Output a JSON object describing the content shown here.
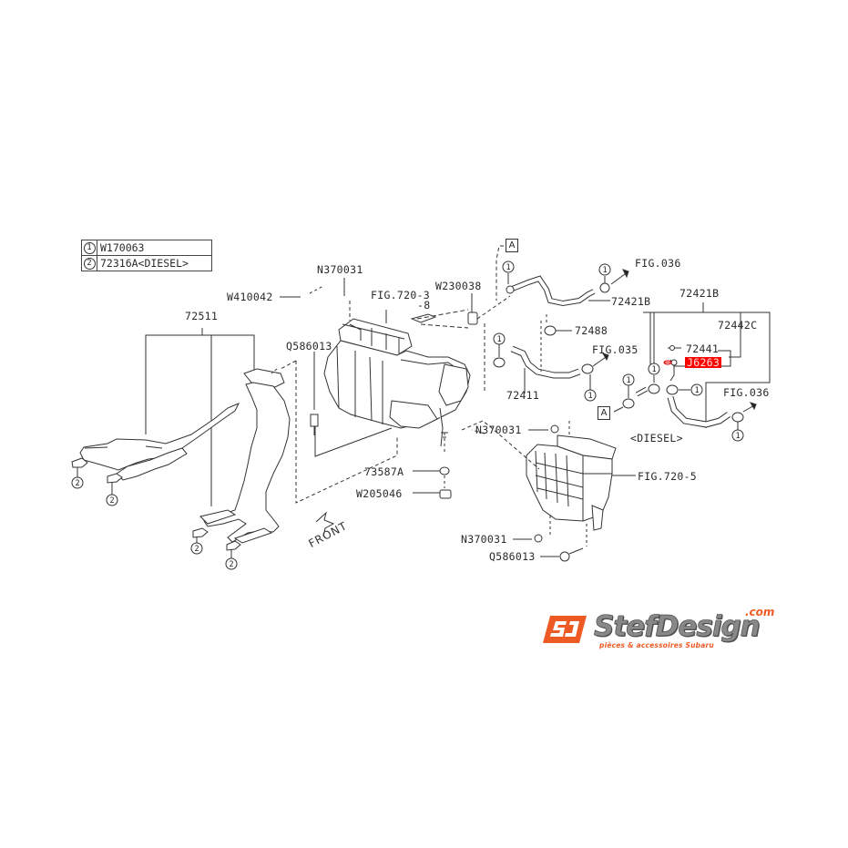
{
  "legend": {
    "rows": [
      {
        "symbol": "1",
        "part": "W170063"
      },
      {
        "symbol": "2",
        "part": "72316A<DIESEL>"
      }
    ]
  },
  "labels": {
    "n370031_top": "N370031",
    "w410042": "W410042",
    "fig720_3": "FIG.720-3",
    "fig720_3b": "-8",
    "w230038": "W230038",
    "box_a_top": "A",
    "fig036_top": "FIG.036",
    "p72421b_left": "72421B",
    "p72421b_right": "72421B",
    "p72442c": "72442C",
    "p72441": "72441",
    "j6263": "J6263",
    "p72488": "72488",
    "fig035": "FIG.035",
    "p72411": "72411",
    "fig036_right": "FIG.036",
    "box_a_right": "A",
    "diesel": "<DIESEL>",
    "p72511": "72511",
    "q586013_left": "Q586013",
    "n370031_mid": "N370031",
    "p73587a": "73587A",
    "w205046": "W205046",
    "fig720_5": "FIG.720-5",
    "n370031_bottom": "N370031",
    "q586013_bottom": "Q586013",
    "front": "FRONT"
  },
  "callouts": {
    "one": "1",
    "two": "2"
  },
  "highlight": {
    "part": "J6263",
    "color": "#ff0000"
  },
  "logo": {
    "brand": "StefDesign",
    "domain": ".com",
    "tagline": "pièces & accessoires Subaru",
    "accent": "#ee5a24"
  }
}
